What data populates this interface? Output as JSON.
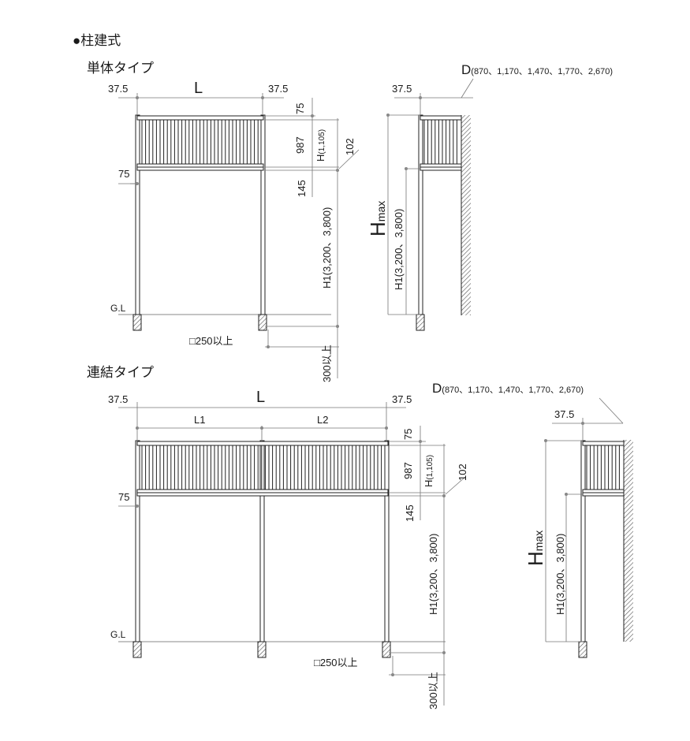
{
  "heading": "●柱建式",
  "single": {
    "title": "単体タイプ",
    "dim_side_left": "37.5",
    "dim_L": "L",
    "dim_side_right": "37.5",
    "dim_75_top": "75",
    "dim_987": "987",
    "dim_H": "H",
    "dim_H_sub": "(1,105)",
    "dim_102": "102",
    "dim_75_left": "75",
    "dim_145": "145",
    "dim_H1": "H1(3,200、3,800)",
    "gl": "G.L",
    "foundation": "□250以上",
    "depth": "300以上",
    "side": {
      "dim_37_5": "37.5",
      "dim_D": "D",
      "dim_D_values": "(870、1,170、1,470、1,770、2,670)",
      "dim_Hmax_H": "H",
      "dim_Hmax_sub": "max",
      "dim_H1": "H1(3,200、3,800)"
    }
  },
  "linked": {
    "title": "連結タイプ",
    "dim_side_left": "37.5",
    "dim_L": "L",
    "dim_side_right": "37.5",
    "dim_L1": "L1",
    "dim_L2": "L2",
    "dim_75_top": "75",
    "dim_987": "987",
    "dim_H": "H",
    "dim_H_sub": "(1,105)",
    "dim_102": "102",
    "dim_75_left": "75",
    "dim_145": "145",
    "dim_H1": "H1(3,200、3,800)",
    "gl": "G.L",
    "foundation": "□250以上",
    "depth": "300以上",
    "side": {
      "dim_37_5": "37.5",
      "dim_D": "D",
      "dim_D_values": "(870、1,170、1,470、1,770、2,670)",
      "dim_Hmax_H": "H",
      "dim_Hmax_sub": "max",
      "dim_H1": "H1(3,200、3,800)"
    }
  }
}
